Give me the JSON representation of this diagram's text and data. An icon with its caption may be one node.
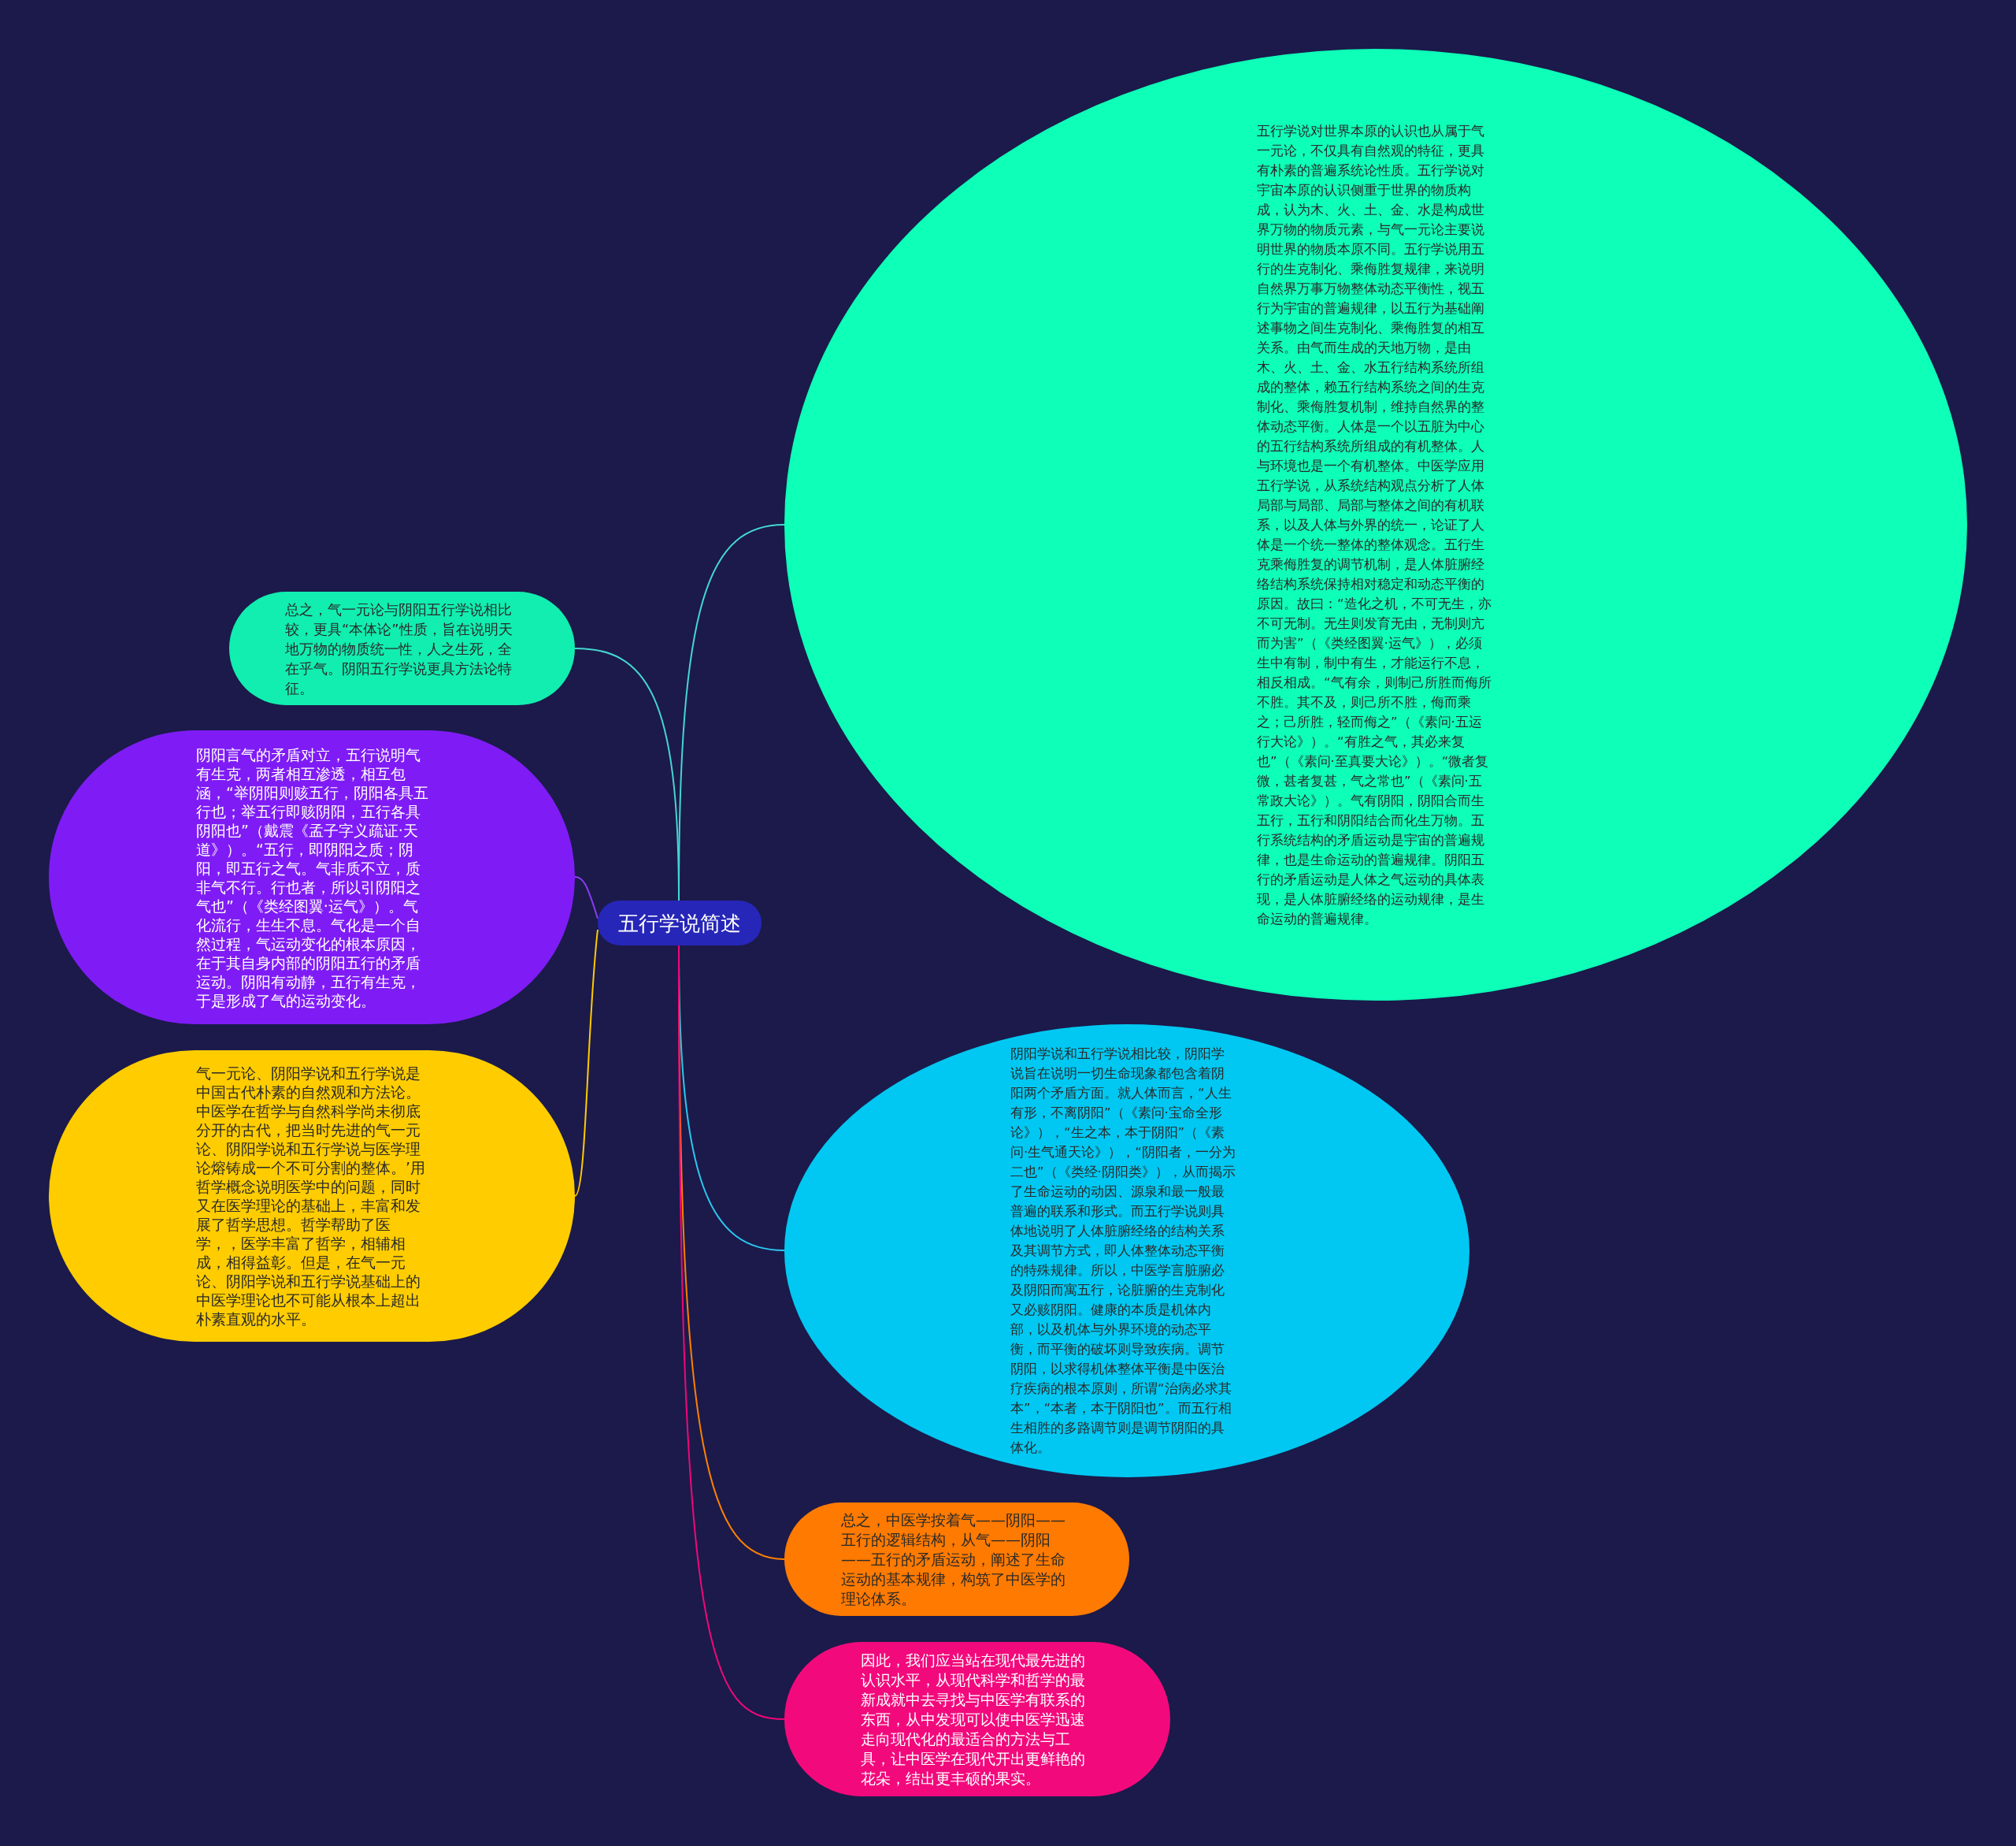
{
  "diagram": {
    "nodes": [
      {
        "text": [
          "五行学说简述"
        ]
      },
      {
        "text": [
          "五行学说对世界本原的认识也从属于气一元论，不仅具有自然观的特征，更具有朴素的普遍系统论性质。五行学说对宇宙本原的认识侧重于世界的物质构成，认为木、火、土、金、水是构成世界万物的物质元素，与气一元论主要说明世界的物质本原不同。五行学说用五行的生克制化、乘侮胜复规律，来说明自然界万事万物整体动态平衡性，视五行为宇宙的普遍规律，以五行为基础阐述事物之间生克制化、乘侮胜复的相互关系。由气而生成的天地万物，是由木、火、土、金、水五行结构系统所组成的整体，赖五行结构系统之间的生克制化、乘侮胜复机制，维持自然界的整体动态平衡。人体是一个以五脏为中心的五行结构系统所组成的有机整体。人与环境也是一个有机整体。中医学应用五行学说，从系统结构观点分析了人体局部与局部、局部与整体之间的有机联系，以及人体与外界的统一，论证了人体是一个统一整体的整体观念。五行生克乘侮胜复的调节机制，是人体脏腑经络结构系统保持相对稳定和动态平衡的原因。故曰：“造化之机，不可无生，亦不可无制。无生则发育无由，无制则亢而为害”（《类经图翼·运气》），必须生中有制，制中有生，才能运行不息，相反相成。“气有余，则制己所胜而侮所不胜。其不及，则己所不胜，侮而乘之；己所胜，轻而侮之”（《素问·五运行大论》）。“有胜之气，其必来复也”（《素问·至真要大论》）。“微者复微，甚者复甚，气之常也”（《素问·五常政大论》）。气有阴阳，阴阳合而生五行，五行和阴阳结合而化生万物。五行系统结构的矛盾运动是宇宙的普遍规律，也是生命运动的普遍规律。阴阳五行的矛盾运动是人体之气运动的具体表现，是人体脏腑经络的运动规律，是生命运动的普遍规律。"
        ]
      },
      {
        "text": [
          "总之，气一元论与阴阳五行学说相比较，更具“本体论”性质，旨在说明天地万物的物质统一性，人之生死，全在乎气。阴阳五行学说更具方法论特征。"
        ]
      },
      {
        "text": [
          "阴阳言气的矛盾对立，五行说明气有生克，两者相互渗透，相互包涵，“举阴阳则赅五行，阴阳各具五行也；举五行即赅阴阳，五行各具阴阳也”（戴震《孟子字义疏证·天道》）。“五行，即阴阳之质；阴阳，即五行之气。气非质不立，质非气不行。行也者，所以引阴阳之气也”（《类经图翼·运气》）。气化流行，生生不息。气化是一个自然过程，气运动变化的根本原因，在于其自身内部的阴阳五行的矛盾运动。阴阳有动静，五行有生克，于是形成了气的运动变化。"
        ]
      },
      {
        "text": [
          "气一元论、阴阳学说和五行学说是中国古代朴素的自然观和方法论。中医学在哲学与自然科学尚未彻底分开的古代，把当时先进的气一元论、阴阳学说和五行学说与医学理论熔铸成一个不可分割的整体。’用哲学概念说明医学中的问题，同时又在医学理论的基础上，丰富和发展了哲学思想。哲学帮助了医学，，医学丰富了哲学，相辅相成，相得益彰。但是，在气一元论、阴阳学说和五行学说基础上的中医学理论也不可能从根本上超出朴素直观的水平。"
        ]
      },
      {
        "text": [
          "阴阳学说和五行学说相比较，阴阳学说旨在说明一切生命现象都包含着阴阳两个矛盾方面。就人体而言，“人生有形，不离阴阳”（《素问·宝命全形论》），“生之本，本于阴阳”（《素问·生气通天论》），“阴阳者，一分为二也”（《类经·阴阳类》），从而揭示了生命运动的动因、源泉和最一般最普遍的联系和形式。而五行学说则具体地说明了人体脏腑经络的结构关系及其调节方式，即人体整体动态平衡的特殊规律。所以，中医学言脏腑必及阴阳而寓五行，论脏腑的生克制化又必赅阴阳。健康的本质是机体内部，以及机体与外界环境的动态平衡，而平衡的破坏则导致疾病。调节阴阳，以求得机体整体平衡是中医治疗疾病的根本原则，所谓“治病必求其本”，“本者，本于阴阳也”。而五行相生相胜的多路调节则是调节阴阳的具体化。"
        ]
      },
      {
        "text": [
          "总之，中医学按着气——阴阳——五行的逻辑结构，从气——阴阳——五行的矛盾运动，阐述了生命运动的基本规律，构筑了中医学的理论体系。"
        ]
      },
      {
        "text": [
          "因此，我们应当站在现代最先进的认识水平，从现代科学和哲学的最新成就中去寻找与中医学有联系的东西，从中发现可以使中医学迅速走向现代化的最适合的方法与工具，让中医学在现代开出更鲜艳的花朵，结出更丰硕的果实。"
        ]
      }
    ],
    "edges": [
      {
        "from": 0,
        "to": 1,
        "arrow": "none",
        "color": "#45d6d0"
      },
      {
        "from": 0,
        "to": 2,
        "arrow": "none",
        "color": "#45d6d0"
      },
      {
        "from": 0,
        "to": 3,
        "arrow": "none",
        "color": "#8a3cf2"
      },
      {
        "from": 0,
        "to": 4,
        "arrow": "none",
        "color": "#ffcc00"
      },
      {
        "from": 0,
        "to": 5,
        "arrow": "none",
        "color": "#2bc6f0"
      },
      {
        "from": 0,
        "to": 6,
        "arrow": "none",
        "color": "#ff8000"
      },
      {
        "from": 0,
        "to": 7,
        "arrow": "none",
        "color": "#f0077a"
      }
    ]
  }
}
